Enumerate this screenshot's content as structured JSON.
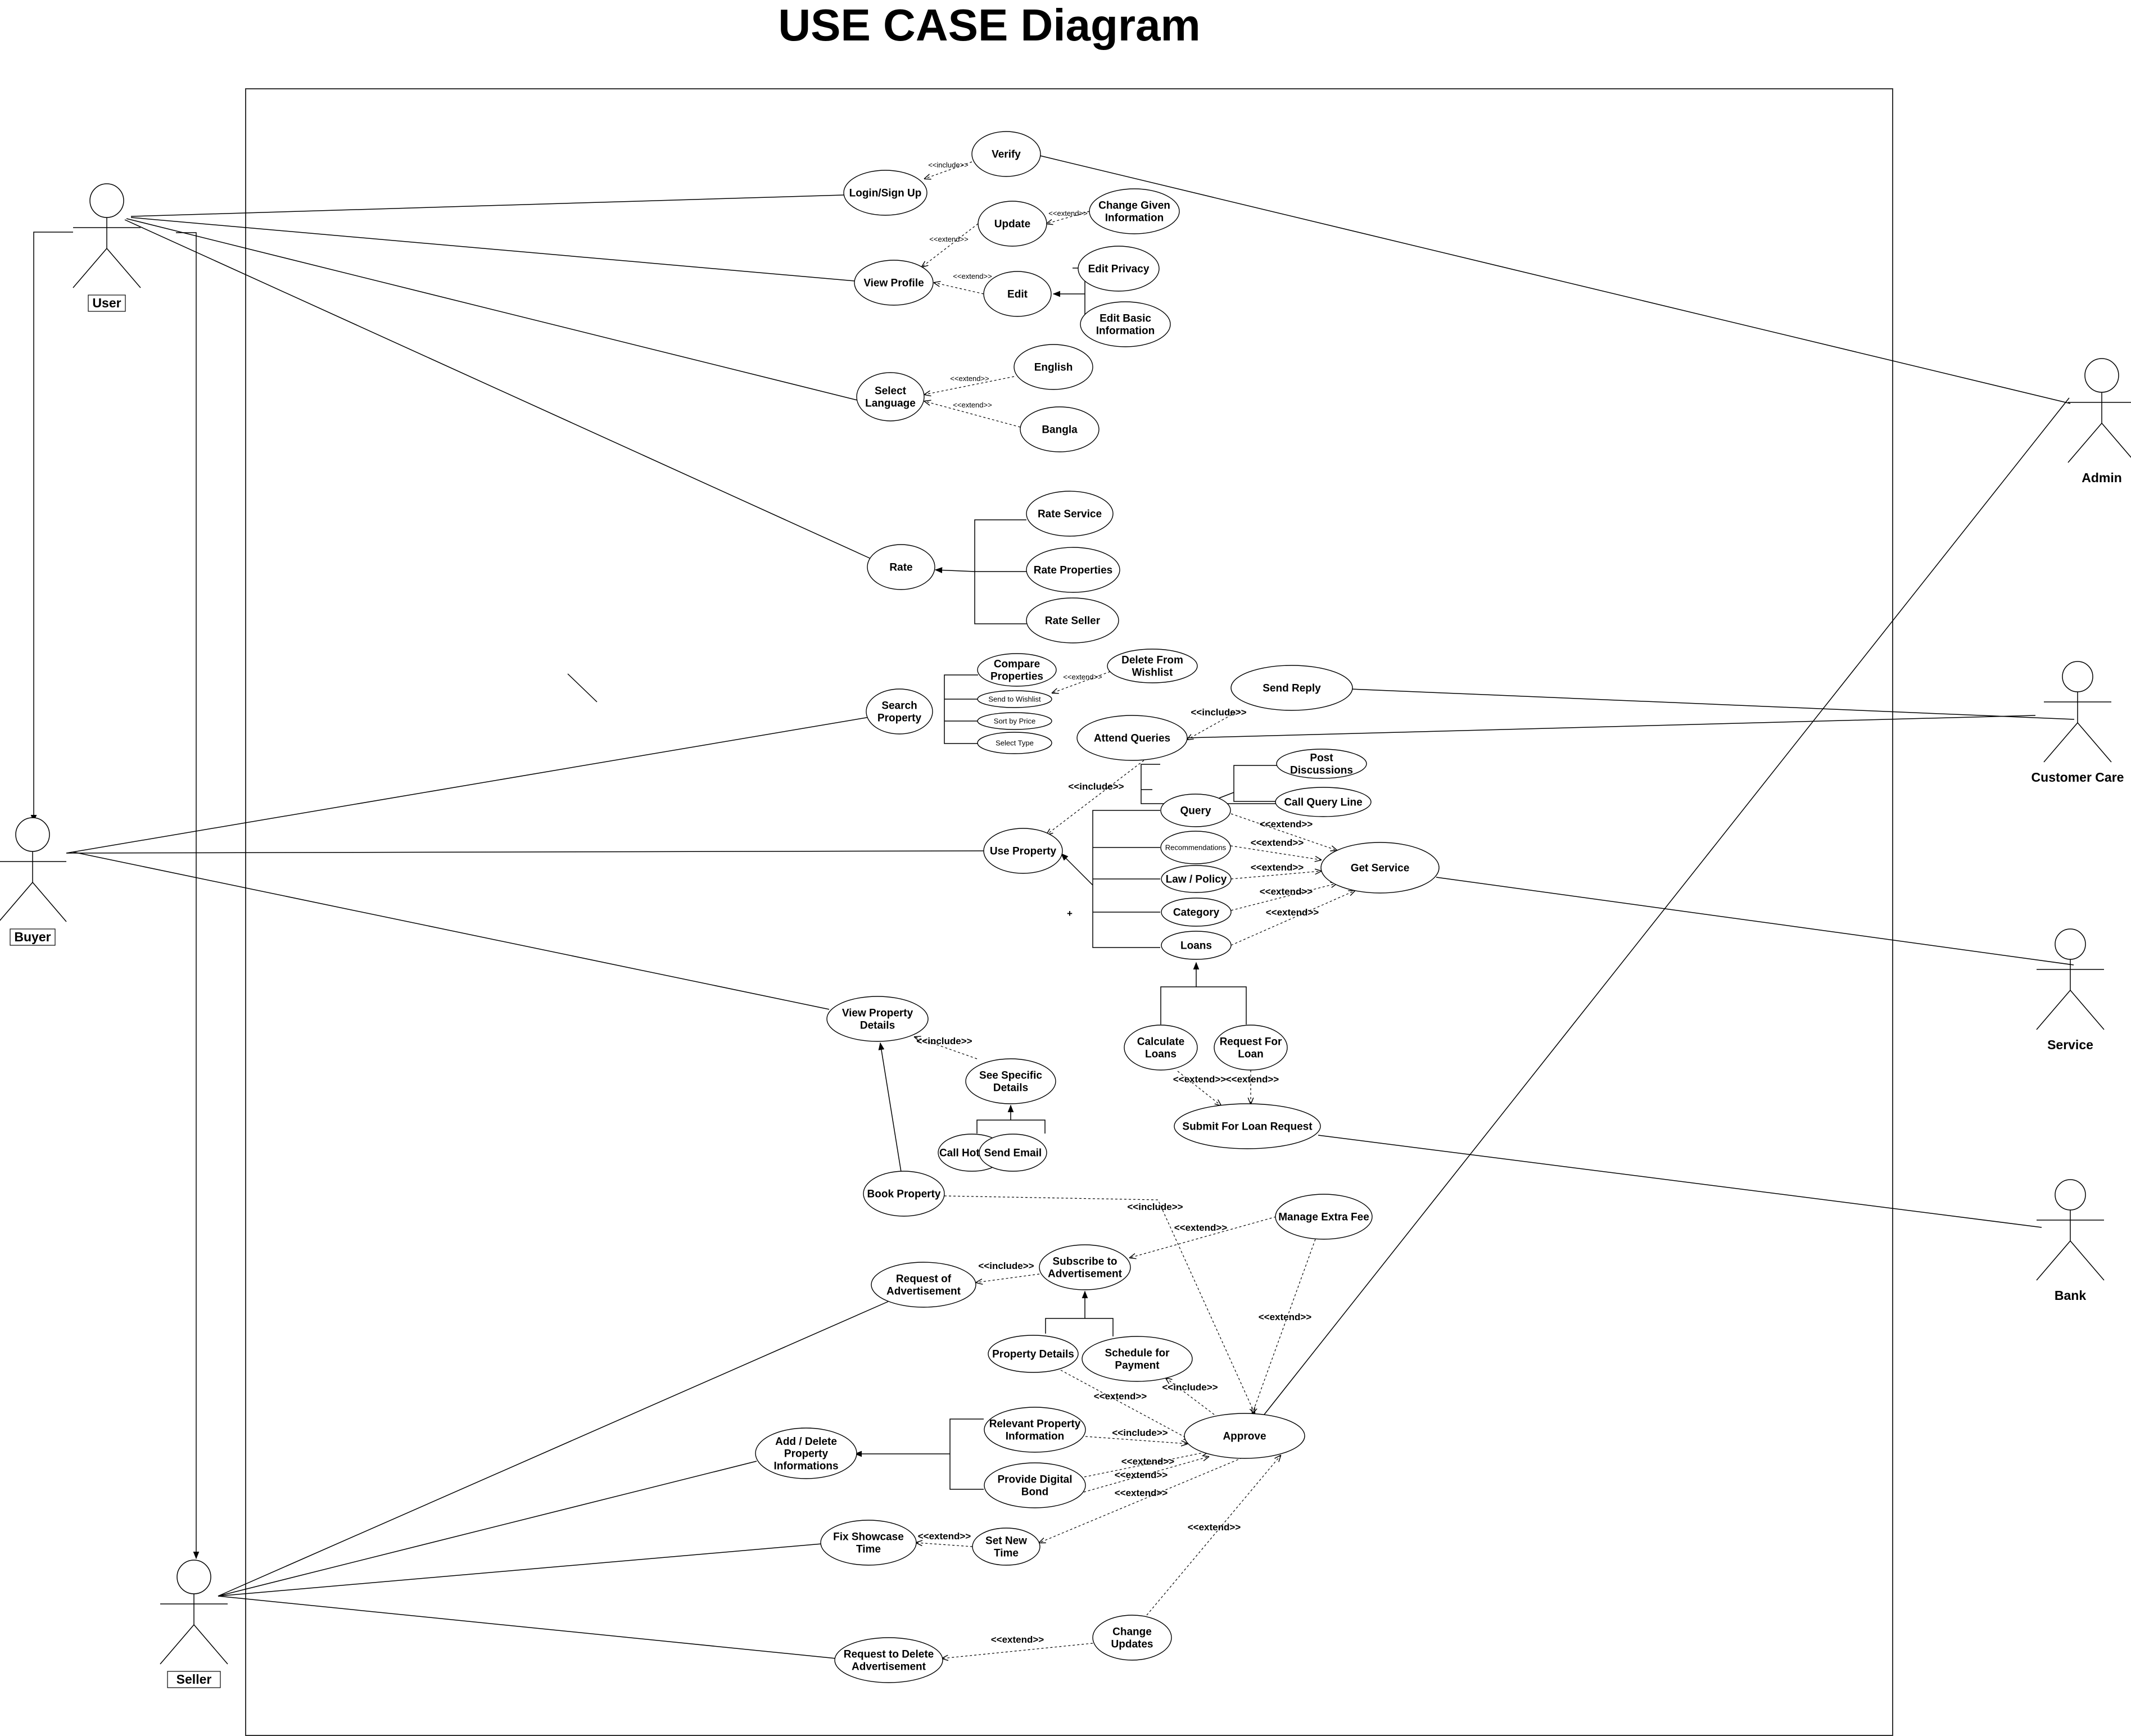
{
  "title": "USE CASE Diagram",
  "actors": [
    {
      "id": "user",
      "label": "User",
      "boxed": true
    },
    {
      "id": "buyer",
      "label": "Buyer",
      "boxed": true
    },
    {
      "id": "seller",
      "label": "Seller",
      "boxed": true
    },
    {
      "id": "admin",
      "label": "Admin",
      "boxed": false
    },
    {
      "id": "customer_care",
      "label": "Customer Care",
      "boxed": false
    },
    {
      "id": "service",
      "label": "Service",
      "boxed": false
    },
    {
      "id": "bank",
      "label": "Bank",
      "boxed": false
    }
  ],
  "use_cases": [
    {
      "id": "verify",
      "lines": [
        "Verify"
      ]
    },
    {
      "id": "login",
      "lines": [
        "Login/Sign Up"
      ]
    },
    {
      "id": "update",
      "lines": [
        "Update"
      ]
    },
    {
      "id": "change_info",
      "lines": [
        "Change Given",
        "Information"
      ]
    },
    {
      "id": "view_profile",
      "lines": [
        "View Profile"
      ]
    },
    {
      "id": "edit",
      "lines": [
        "Edit"
      ]
    },
    {
      "id": "edit_privacy",
      "lines": [
        "Edit Privacy"
      ]
    },
    {
      "id": "edit_basic",
      "lines": [
        "Edit Basic",
        "Information"
      ]
    },
    {
      "id": "english",
      "lines": [
        "English"
      ]
    },
    {
      "id": "select_language",
      "lines": [
        "Select",
        "Language"
      ]
    },
    {
      "id": "bangla",
      "lines": [
        "Bangla"
      ]
    },
    {
      "id": "rate_service",
      "lines": [
        "Rate Service"
      ]
    },
    {
      "id": "rate",
      "lines": [
        "Rate"
      ]
    },
    {
      "id": "rate_properties",
      "lines": [
        "Rate Properties"
      ]
    },
    {
      "id": "rate_seller",
      "lines": [
        "Rate Seller"
      ]
    },
    {
      "id": "compare",
      "lines": [
        "Compare",
        "Properties"
      ]
    },
    {
      "id": "delete_wishlist",
      "lines": [
        "Delete From",
        "Wishlist"
      ]
    },
    {
      "id": "send_wishlist",
      "lines": [
        "Send to Wishlist"
      ]
    },
    {
      "id": "sort_price",
      "lines": [
        "Sort by Price"
      ]
    },
    {
      "id": "select_type",
      "lines": [
        "Select Type"
      ]
    },
    {
      "id": "search_property",
      "lines": [
        "Search",
        "Property"
      ]
    },
    {
      "id": "send_reply",
      "lines": [
        "Send Reply"
      ]
    },
    {
      "id": "attend_queries",
      "lines": [
        "Attend Queries"
      ]
    },
    {
      "id": "post_discussions",
      "lines": [
        "Post",
        "Discussions"
      ]
    },
    {
      "id": "call_query",
      "lines": [
        "Call Query Line"
      ]
    },
    {
      "id": "query",
      "lines": [
        "Query"
      ]
    },
    {
      "id": "use_property",
      "lines": [
        "Use Property"
      ]
    },
    {
      "id": "recommendations",
      "lines": [
        "Recommendations"
      ]
    },
    {
      "id": "get_service",
      "lines": [
        "Get Service"
      ]
    },
    {
      "id": "law_policy",
      "lines": [
        "Law / Policy"
      ]
    },
    {
      "id": "category",
      "lines": [
        "Category"
      ]
    },
    {
      "id": "loans",
      "lines": [
        "Loans"
      ]
    },
    {
      "id": "calculate_loans",
      "lines": [
        "Calculate",
        "Loans"
      ]
    },
    {
      "id": "request_loan",
      "lines": [
        "Request For",
        "Loan"
      ]
    },
    {
      "id": "view_details",
      "lines": [
        "View Property",
        "Details"
      ]
    },
    {
      "id": "see_specific",
      "lines": [
        "See Specific",
        "Details"
      ]
    },
    {
      "id": "submit_loan",
      "lines": [
        "Submit For Loan Request"
      ]
    },
    {
      "id": "call_hotline",
      "lines": [
        "Call Hot Line"
      ]
    },
    {
      "id": "send_email",
      "lines": [
        "Send Email"
      ]
    },
    {
      "id": "book_property",
      "lines": [
        "Book Property"
      ]
    },
    {
      "id": "manage_fee",
      "lines": [
        "Manage Extra Fee"
      ]
    },
    {
      "id": "subscribe_ad",
      "lines": [
        "Subscribe to",
        "Advertisement"
      ]
    },
    {
      "id": "request_ad",
      "lines": [
        "Request of",
        "Advertisement"
      ]
    },
    {
      "id": "property_details",
      "lines": [
        "Property Details"
      ]
    },
    {
      "id": "schedule_payment",
      "lines": [
        "Schedule for",
        "Payment"
      ]
    },
    {
      "id": "relevant_info",
      "lines": [
        "Relevant Property",
        "Information"
      ]
    },
    {
      "id": "add_delete",
      "lines": [
        "Add / Delete",
        "Property",
        "Informations"
      ]
    },
    {
      "id": "approve",
      "lines": [
        "Approve"
      ]
    },
    {
      "id": "digital_bond",
      "lines": [
        "Provide Digital",
        "Bond"
      ]
    },
    {
      "id": "fix_showcase",
      "lines": [
        "Fix Showcase",
        "Time"
      ]
    },
    {
      "id": "set_new_time",
      "lines": [
        "Set New",
        "Time"
      ]
    },
    {
      "id": "change_updates",
      "lines": [
        "Change",
        "Updates"
      ]
    },
    {
      "id": "request_delete_ad",
      "lines": [
        "Request to Delete",
        "Advertisement"
      ]
    }
  ],
  "stereotypes": {
    "include": "<<include>>",
    "extend": "<<extend>>"
  }
}
